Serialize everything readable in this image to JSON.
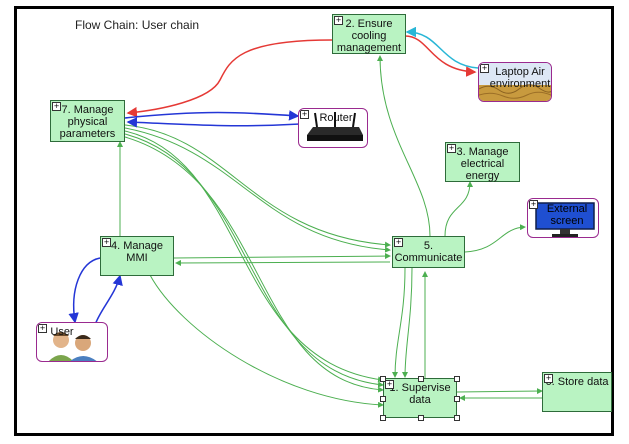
{
  "title": "Flow Chain: User chain",
  "functions": {
    "f2": {
      "label": "2. Ensure cooling management"
    },
    "f7": {
      "label": "7. Manage physical parameters"
    },
    "f3": {
      "label": "3. Manage electrical energy"
    },
    "f4": {
      "label": "4. Manage MMI"
    },
    "f5": {
      "label": "5. Communicate"
    },
    "f1": {
      "label": "1. Supervise data"
    },
    "f6": {
      "label": "6. Store data"
    }
  },
  "externals": {
    "laptop": {
      "label": "Laptop Air environment"
    },
    "router": {
      "label": "Router"
    },
    "screen": {
      "label": "External screen"
    },
    "user": {
      "label": "User"
    }
  },
  "expand_glyph": "+",
  "colors": {
    "flow_green": "#4caf50",
    "flow_red": "#e53935",
    "flow_blue": "#2436d6",
    "flow_cyan": "#29b6d6",
    "function_fill": "#b9f3c2",
    "external_border": "#9a2a8f"
  }
}
